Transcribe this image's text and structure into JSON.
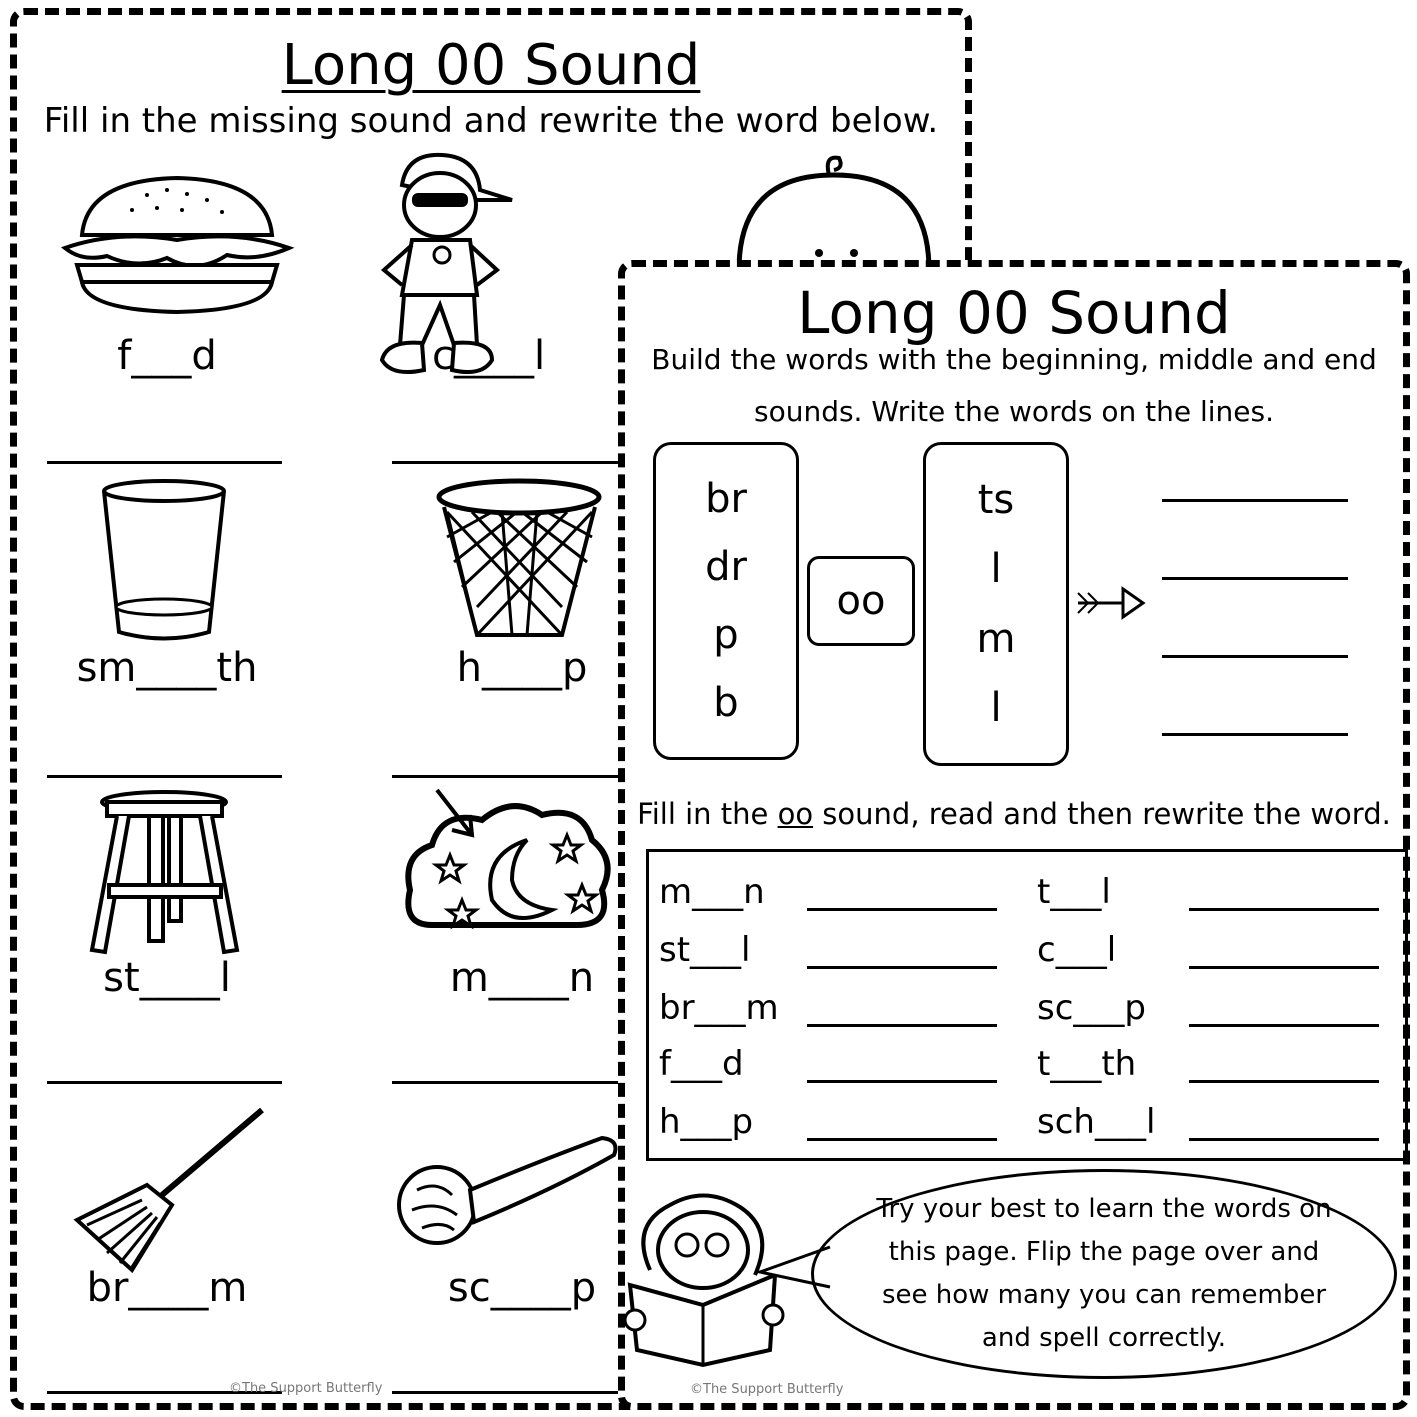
{
  "sheet1": {
    "title": "Long 00 Sound",
    "instruction": "Fill in the missing sound and rewrite the word below.",
    "items": [
      {
        "word": "f___d",
        "icon": "burger-icon"
      },
      {
        "word": "c____l",
        "icon": "cool-kid-icon"
      },
      {
        "word": "sm____th",
        "icon": "glass-icon"
      },
      {
        "word": "h____p",
        "icon": "hoop-icon"
      },
      {
        "word": "st____l",
        "icon": "stool-icon"
      },
      {
        "word": "m____n",
        "icon": "moon-icon"
      },
      {
        "word": "br____m",
        "icon": "broom-icon"
      },
      {
        "word": "sc____p",
        "icon": "scoop-icon"
      }
    ],
    "copyright": "©The Support Butterfly"
  },
  "sheet2": {
    "title": "Long 00 Sound",
    "instruction_line1": "Build the words with the beginning, middle and end",
    "instruction_line2": "sounds. Write the words on the lines.",
    "beginnings": [
      "br",
      "dr",
      "p",
      "b"
    ],
    "middle": "oo",
    "endings": [
      "ts",
      "l",
      "m",
      "l"
    ],
    "fill_instruction_pre": "Fill in the ",
    "fill_instruction_oo": "oo",
    "fill_instruction_post": " sound, read and then rewrite the word.",
    "fill_left": [
      "m___n",
      "st___l",
      "br___m",
      "f___d",
      "h___p"
    ],
    "fill_right": [
      "t___l",
      "c___l",
      "sc___p",
      "t___th",
      "sch___l"
    ],
    "bubble_text": "Try your best to learn the words on this page. Flip the page over and see how many you can remember and spell correctly.",
    "copyright": "©The Support Butterfly"
  }
}
